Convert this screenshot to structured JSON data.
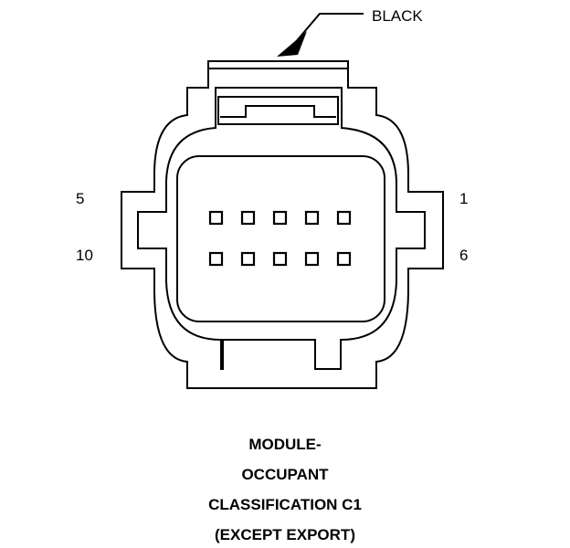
{
  "connector": {
    "color_label": "BLACK",
    "pin_labels": {
      "top_left": "5",
      "top_right": "1",
      "bottom_left": "10",
      "bottom_right": "6"
    },
    "pin_rows": 2,
    "pins_per_row": 5
  },
  "caption": {
    "line1": "MODULE-",
    "line2": "OCCUPANT",
    "line3": "CLASSIFICATION C1",
    "line4": "(EXCEPT EXPORT)"
  },
  "colors": {
    "stroke": "#000000",
    "background": "#ffffff"
  }
}
